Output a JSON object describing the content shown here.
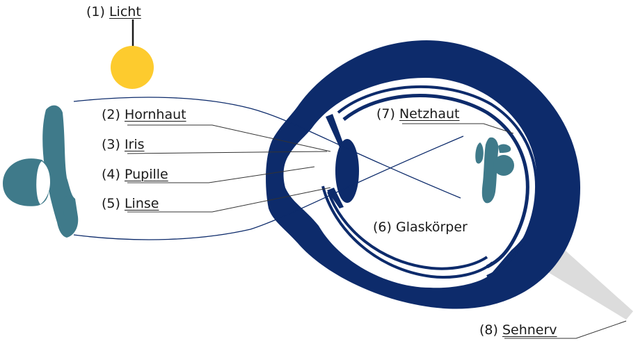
{
  "labels": {
    "licht": {
      "num": "(1)",
      "term": "Licht"
    },
    "hornhaut": {
      "num": "(2)",
      "term": "Hornhaut"
    },
    "iris": {
      "num": "(3)",
      "term": "Iris"
    },
    "pupille": {
      "num": "(4)",
      "term": "Pupille"
    },
    "linse": {
      "num": "(5)",
      "term": "Linse"
    },
    "glaskoerper": {
      "num": "(6)",
      "term": "Glaskörper"
    },
    "netzhaut": {
      "num": "(7)",
      "term": "Netzhaut"
    },
    "sehnerv": {
      "num": "(8)",
      "term": "Sehnerv"
    }
  },
  "colors": {
    "eye": "#0d2b6b",
    "sun": "#fdcb2e",
    "figure": "#3f7a8a",
    "nerve": "#dcdcdc",
    "ray": "#0d2b6b",
    "leader": "#333333"
  }
}
